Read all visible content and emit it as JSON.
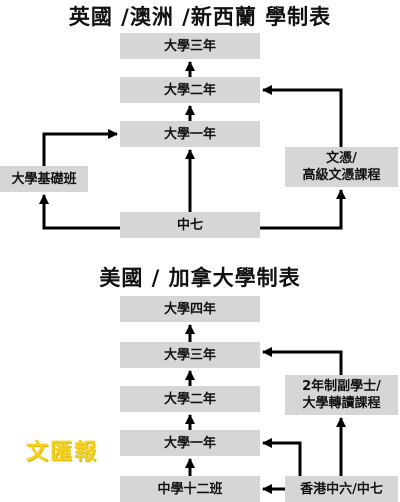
{
  "uk": {
    "title": "英國 /澳洲 /新西蘭 學制表",
    "nodes": {
      "uni3": "大學三年",
      "uni2": "大學二年",
      "uni1": "大學一年",
      "foundation": "大學基礎班",
      "diploma_line1": "文憑/",
      "diploma_line2": "高級文憑課程",
      "f7": "中七"
    }
  },
  "us": {
    "title": "美國 / 加拿大學制表",
    "nodes": {
      "uni4": "大學四年",
      "uni3": "大學三年",
      "uni2": "大學二年",
      "uni1": "大學一年",
      "assoc_line1": "2年制副學士/",
      "assoc_line2": "大學轉讀課程",
      "g12": "中學十二班",
      "hk": "香港中六/中七"
    }
  },
  "colors": {
    "box_fill": "#d6d6d6",
    "arrow": "#000000",
    "logo": "#f2d224"
  },
  "logo_text": "文匯報"
}
